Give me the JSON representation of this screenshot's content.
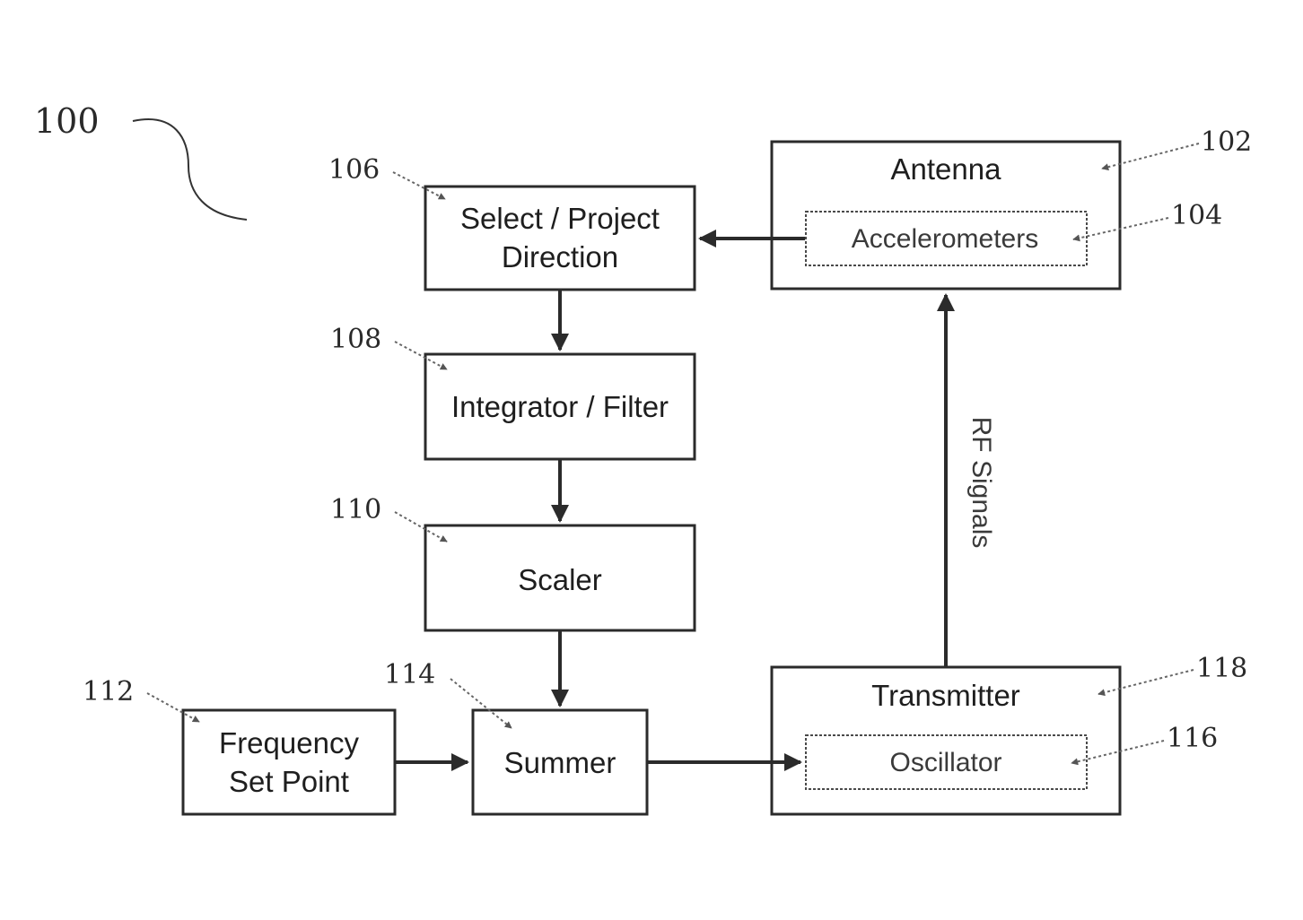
{
  "figure": {
    "label": "100",
    "colors": {
      "line": "#2b2b2b",
      "text": "#1e1e1e",
      "background": "#ffffff"
    }
  },
  "blocks": {
    "antenna": {
      "ref": "102",
      "label": "Antenna"
    },
    "accelerometers": {
      "ref": "104",
      "label": "Accelerometers"
    },
    "select_project": {
      "ref": "106",
      "line1": "Select / Project",
      "line2": "Direction"
    },
    "integrator_filter": {
      "ref": "108",
      "label": "Integrator / Filter"
    },
    "scaler": {
      "ref": "110",
      "label": "Scaler"
    },
    "frequency_set_point": {
      "ref": "112",
      "line1": "Frequency",
      "line2": "Set Point"
    },
    "summer": {
      "ref": "114",
      "label": "Summer"
    },
    "oscillator": {
      "ref": "116",
      "label": "Oscillator"
    },
    "transmitter": {
      "ref": "118",
      "label": "Transmitter"
    }
  },
  "connections": {
    "rf_signals_label": "RF Signals"
  }
}
